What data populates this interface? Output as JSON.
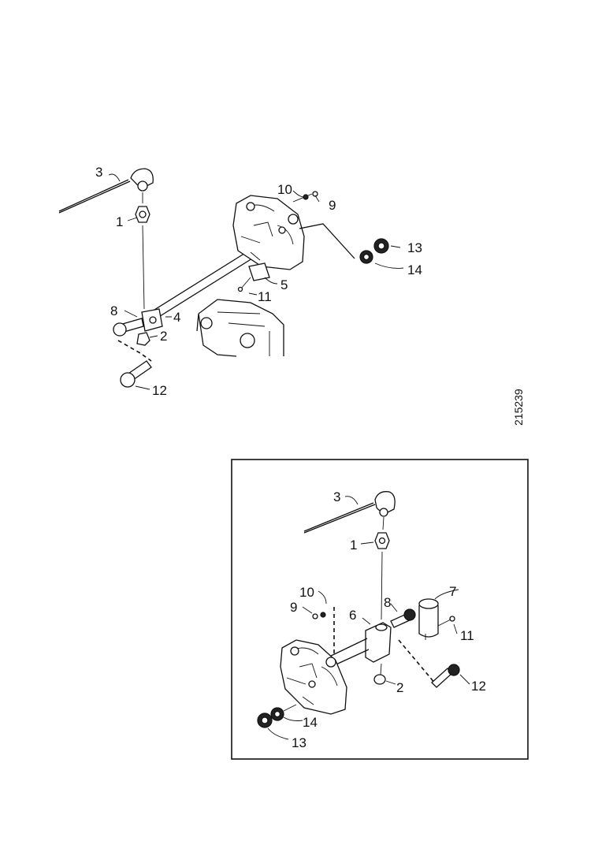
{
  "figure_number": "215239",
  "upper_view": {
    "callouts": [
      {
        "id": "u-3",
        "text": "3"
      },
      {
        "id": "u-1",
        "text": "1"
      },
      {
        "id": "u-10",
        "text": "10"
      },
      {
        "id": "u-9",
        "text": "9"
      },
      {
        "id": "u-13",
        "text": "13"
      },
      {
        "id": "u-14",
        "text": "14"
      },
      {
        "id": "u-5",
        "text": "5"
      },
      {
        "id": "u-11",
        "text": "11"
      },
      {
        "id": "u-8",
        "text": "8"
      },
      {
        "id": "u-4",
        "text": "4"
      },
      {
        "id": "u-2",
        "text": "2"
      },
      {
        "id": "u-12",
        "text": "12"
      }
    ]
  },
  "inset_view": {
    "callouts": [
      {
        "id": "i-3",
        "text": "3"
      },
      {
        "id": "i-1",
        "text": "1"
      },
      {
        "id": "i-10",
        "text": "10"
      },
      {
        "id": "i-9",
        "text": "9"
      },
      {
        "id": "i-7",
        "text": "7"
      },
      {
        "id": "i-6",
        "text": "6"
      },
      {
        "id": "i-8",
        "text": "8"
      },
      {
        "id": "i-11",
        "text": "11"
      },
      {
        "id": "i-2",
        "text": "2"
      },
      {
        "id": "i-12",
        "text": "12"
      },
      {
        "id": "i-14",
        "text": "14"
      },
      {
        "id": "i-13",
        "text": "13"
      }
    ]
  }
}
